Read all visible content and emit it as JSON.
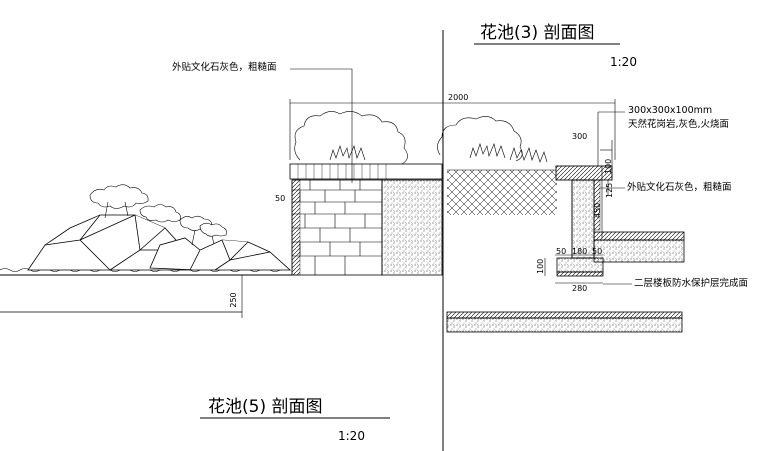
{
  "drawing": {
    "right_section": {
      "title": "花池(3) 剖面图",
      "scale": "1:20"
    },
    "left_section": {
      "title": "花池(5) 剖面图",
      "scale": "1:20"
    }
  },
  "annotations": {
    "stone_left": "外贴文化石灰色，粗糙面",
    "granite_size": "300x300x100mm",
    "granite_desc": "天然花岗岩,灰色,火烧面",
    "stone_right": "外贴文化石灰色，粗糙面",
    "waterproof": "二层楼板防水保护层完成面"
  },
  "dimensions": {
    "overall_width": "2000",
    "d300": "300",
    "d100": "100",
    "d50": "50",
    "d125": "125",
    "d450": "450",
    "d50b": "50",
    "d180": "180",
    "d50c": "50",
    "d100b": "100",
    "d280": "280",
    "d250": "250"
  },
  "colors": {
    "line": "#000000",
    "background": "#ffffff"
  }
}
